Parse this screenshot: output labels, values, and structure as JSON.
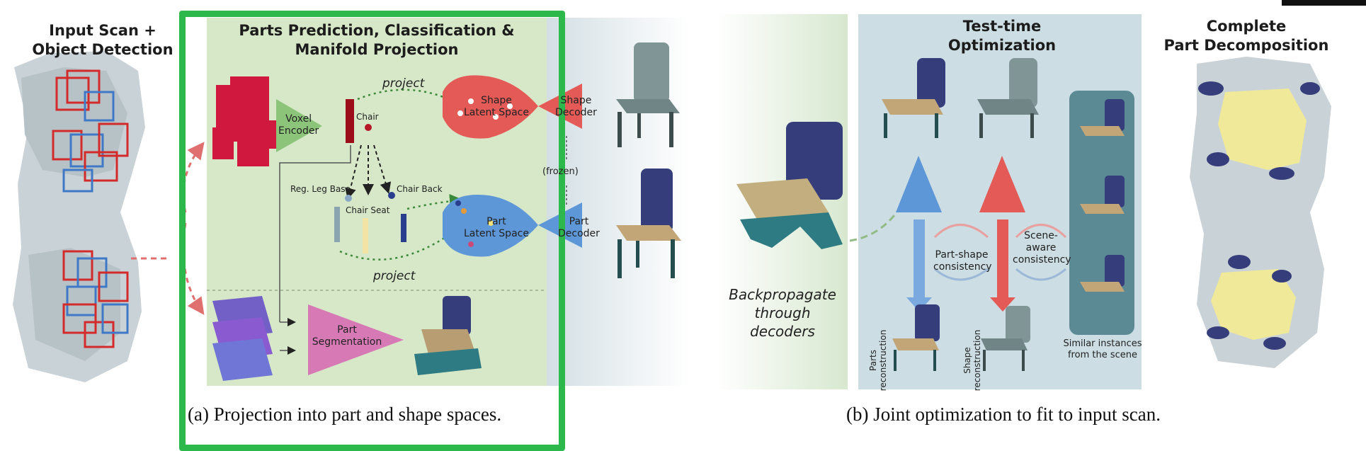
{
  "titles": {
    "input_scan": [
      "Input Scan +",
      "Object Detection"
    ],
    "parts_prediction": [
      "Parts Prediction, Classification &",
      "Manifold Projection"
    ],
    "test_time": [
      "Test-time",
      "Optimization"
    ],
    "complete": [
      "Complete",
      "Part Decomposition"
    ]
  },
  "labels": {
    "voxel_encoder": [
      "Voxel",
      "Encoder"
    ],
    "chair": "Chair",
    "project": "project",
    "shape_latent": [
      "Shape",
      "Latent Space"
    ],
    "shape_decoder": [
      "Shape",
      "Decoder"
    ],
    "frozen": "(frozen)",
    "reg_leg_base": "Reg. Leg Base",
    "chair_back": "Chair Back",
    "chair_seat": "Chair Seat",
    "part_latent": [
      "Part",
      "Latent Space"
    ],
    "part_decoder": [
      "Part",
      "Decoder"
    ],
    "part_segmentation": [
      "Part",
      "Segmentation"
    ],
    "backprop": [
      "Backpropagate",
      "through",
      "decoders"
    ],
    "part_shape_consistency": [
      "Part-shape",
      "consistency"
    ],
    "scene_aware_consistency": [
      "Scene-",
      "aware",
      "consistency"
    ],
    "parts_reconstruction": [
      "Parts",
      "reconstruction"
    ],
    "shape_reconstruction": [
      "Shape",
      "reconstruction"
    ],
    "similar_instances": [
      "Similar instances",
      "from the scene"
    ]
  },
  "captions": {
    "a": "(a) Projection into part and shape spaces.",
    "b": "(b) Joint optimization to fit to input scan."
  },
  "colors": {
    "highlight_frame": "#2db84b",
    "panel_green": "#d6e8c8",
    "panel_blue": "#ccdde3",
    "shape_red": "#e45a56",
    "part_blue": "#5d97d8",
    "encoder_green": "#8cc47a",
    "segmentation_pink": "#d679b5",
    "bbox_red": "#d32a2a",
    "bbox_blue": "#3f78c6"
  }
}
